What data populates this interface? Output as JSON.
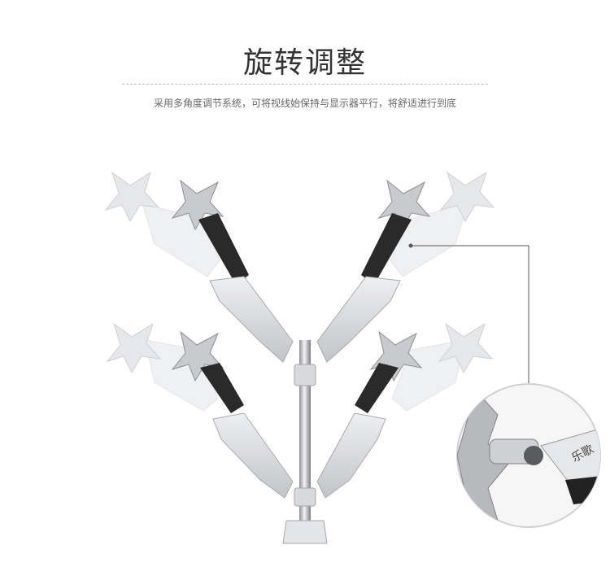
{
  "heading": {
    "title": "旋转调整",
    "subtitle": "采用多角度调节系统，可将视线始保持与显示器平行，将舒适进行到底"
  },
  "product_image": {
    "subject": "multi-angle monitor arm",
    "detail_badge_text": "乐歌",
    "colors": {
      "arm_silver": "#d9dadc",
      "arm_shadow": "#b9babd",
      "black_part": "#1e1e1e",
      "ghost": "#ececec",
      "callout_line": "#555555"
    }
  }
}
